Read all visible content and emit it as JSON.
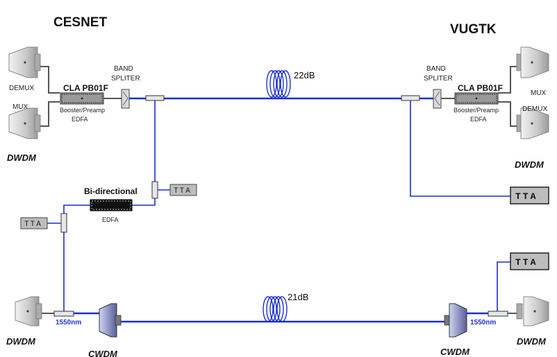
{
  "titles": {
    "left": "CESNET",
    "right": "VUGTK"
  },
  "left_node": {
    "demux": "DEMUX",
    "mux": "MUX",
    "dwdm": "DWDM",
    "amp_name": "CLA PB01F",
    "amp_sub1": "Booster/Preamp",
    "amp_sub2": "EDFA",
    "band1": "BAND",
    "band2": "SPLITER"
  },
  "right_node": {
    "mux": "MUX",
    "demux": "DEMUX",
    "dwdm": "DWDM",
    "amp_name": "CLA PB01F",
    "amp_sub1": "Booster/Preamp",
    "amp_sub2": "EDFA",
    "band1": "BAND",
    "band2": "SPLITER"
  },
  "spans": {
    "top_loss": "22dB",
    "bottom_loss": "21dB"
  },
  "bidir": {
    "label": "Bi-directional",
    "sub": "EDFA"
  },
  "tta": {
    "label": "TTA"
  },
  "bottom": {
    "left_dwdm": "DWDM",
    "right_dwdm": "DWDM",
    "left_cwdm": "CWDM",
    "right_cwdm": "CWDM",
    "left_nm": "1550nm",
    "right_nm": "1550nm"
  },
  "colors": {
    "fiber": "#1a2fd0",
    "device": "#c8c8c8",
    "tta_box": "#bdbdbd"
  }
}
